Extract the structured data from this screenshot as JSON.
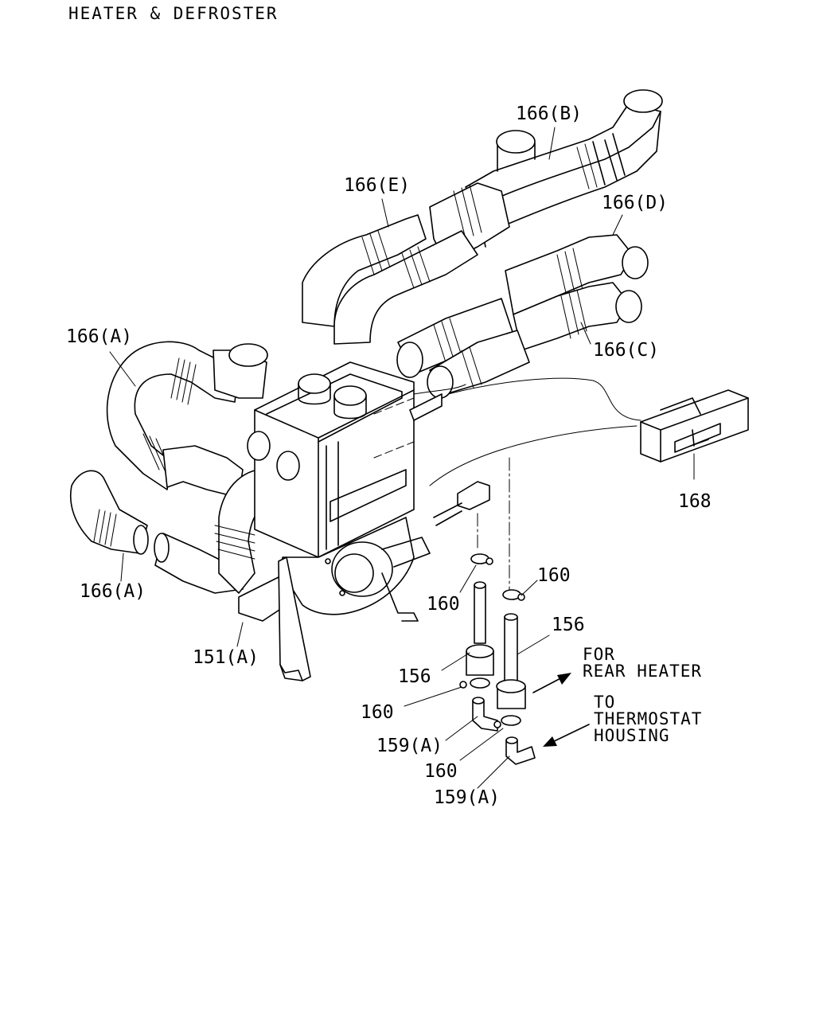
{
  "title": "HEATER & DEFROSTER",
  "labels": {
    "l166b": "166(B)",
    "l166e": "166(E)",
    "l166d": "166(D)",
    "l166c": "166(C)",
    "l166a_top": "166(A)",
    "l166a_bottom": "166(A)",
    "l168": "168",
    "l151a": "151(A)",
    "l160_a": "160",
    "l160_b": "160",
    "l160_c": "160",
    "l160_d": "160",
    "l156_a": "156",
    "l156_b": "156",
    "l159a_a": "159(A)",
    "l159a_b": "159(A)"
  },
  "notes": {
    "rear_line1": "FOR",
    "rear_line2": "REAR HEATER",
    "thermo_line1": "TO",
    "thermo_line2": "THERMOSTAT",
    "thermo_line3": "HOUSING"
  }
}
